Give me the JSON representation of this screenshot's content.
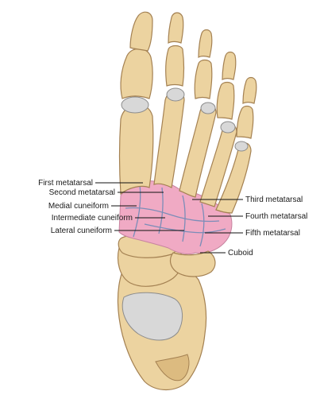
{
  "labels": {
    "first_metatarsal": "First metatarsal",
    "second_metatarsal": "Second metatarsal",
    "medial_cuneiform": "Medial cuneiform",
    "intermediate_cuneiform": "Intermediate cuneiform",
    "lateral_cuneiform": "Lateral cuneiform",
    "third_metatarsal": "Third metatarsal",
    "fourth_metatarsal": "Fourth metatarsal",
    "fifth_metatarsal": "Fifth metatarsal",
    "cuboid": "Cuboid"
  },
  "colors": {
    "bone": "#ecd3a0",
    "bone_outline": "#a48152",
    "highlight": "#f0aac4",
    "joint_surface": "#d8d8d8",
    "suture_line": "#7b8db8"
  }
}
